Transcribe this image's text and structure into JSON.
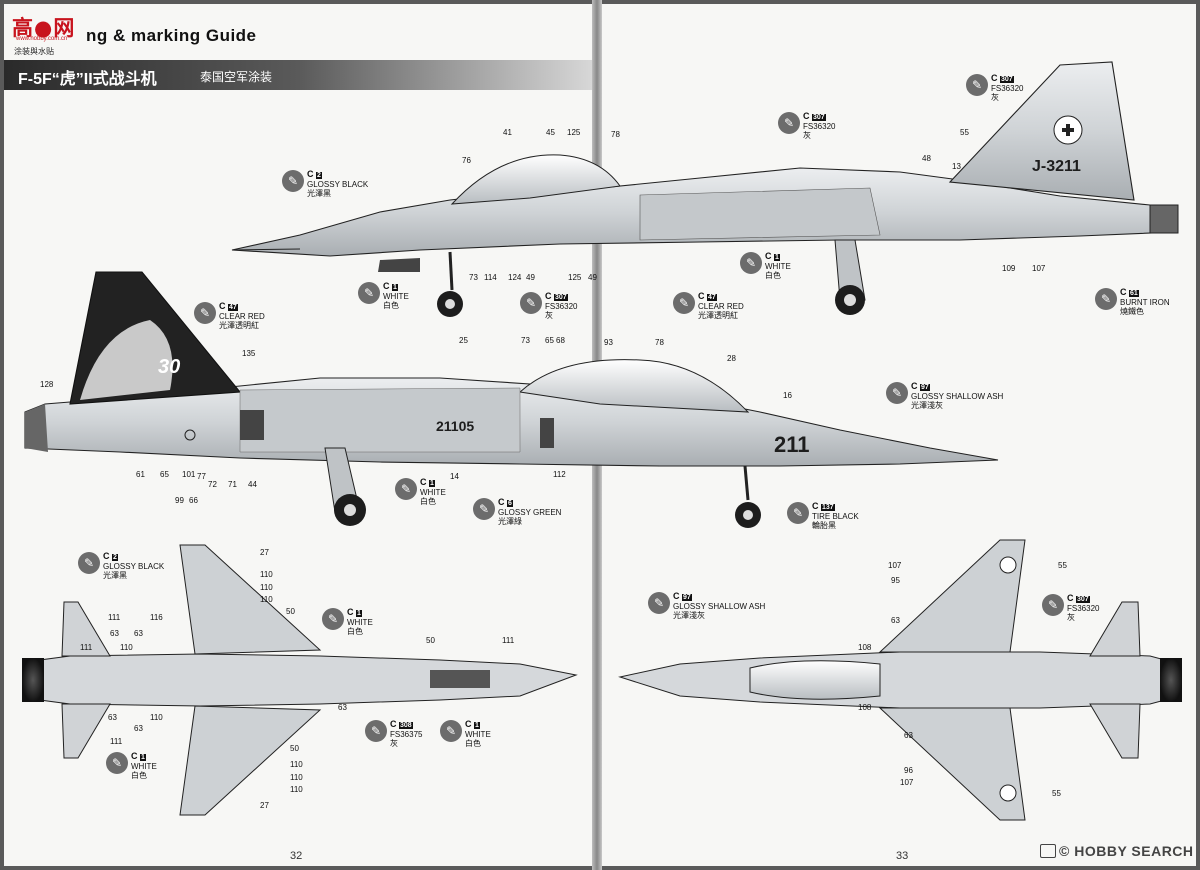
{
  "header": {
    "logo_text": "高●网",
    "logo_url": "www.hobby.com.cn",
    "logo_sub": "涂装與水贴",
    "title": "ng & marking Guide",
    "model": "F-5F“虎”II式战斗机",
    "scheme": "泰国空军涂装"
  },
  "pages": {
    "left": "32",
    "right": "33"
  },
  "colors": {
    "panel": "#d9dcdf",
    "dark": "#1d1d1d",
    "callout": "#6c6c6c",
    "red": "#c8141e"
  },
  "markings": {
    "top_tail_code": "J-3211",
    "bottom_serial": "21105",
    "bottom_nose_number": "211",
    "tail_art": "30"
  },
  "callouts": [
    {
      "id": "glossy-black-top",
      "code": "C2",
      "en": "GLOSSY BLACK",
      "zh": "光澤黑"
    },
    {
      "id": "grey-top",
      "code": "C307",
      "en": "FS36320",
      "zh": "灰"
    },
    {
      "id": "grey-tail-top",
      "code": "C307",
      "en": "FS36320",
      "zh": "灰"
    },
    {
      "id": "white-gear-top",
      "code": "C1",
      "en": "WHITE",
      "zh": "白色"
    },
    {
      "id": "grey-mid-top",
      "code": "C307",
      "en": "FS36320",
      "zh": "灰"
    },
    {
      "id": "clear-red-top",
      "code": "C47",
      "en": "CLEAR RED",
      "zh": "光澤透明紅"
    },
    {
      "id": "white-gear2-top",
      "code": "C1",
      "en": "WHITE",
      "zh": "白色"
    },
    {
      "id": "burnt-iron",
      "code": "C61",
      "en": "BURNT    IRON",
      "zh": "燒鐵色"
    },
    {
      "id": "clear-red-tail",
      "code": "C47",
      "en": "CLEAR RED",
      "zh": "光澤透明紅"
    },
    {
      "id": "shallow-ash",
      "code": "C97",
      "en": "GLOSSY SHALLOW ASH",
      "zh": "光澤淺灰"
    },
    {
      "id": "white-gear-bottom",
      "code": "C1",
      "en": "WHITE",
      "zh": "白色"
    },
    {
      "id": "glossy-green",
      "code": "C6",
      "en": "GLOSSY GREEN",
      "zh": "光澤綠"
    },
    {
      "id": "tire-black",
      "code": "C137",
      "en": "TIRE BLACK",
      "zh": "輪胎黑"
    },
    {
      "id": "glossy-black-plan",
      "code": "C2",
      "en": "GLOSSY BLACK",
      "zh": "光澤黑"
    },
    {
      "id": "white-plan",
      "code": "C1",
      "en": "WHITE",
      "zh": "白色"
    },
    {
      "id": "fs36375",
      "code": "C308",
      "en": "FS36375",
      "zh": "灰"
    },
    {
      "id": "white-plan2",
      "code": "C1",
      "en": "WHITE",
      "zh": "白色"
    },
    {
      "id": "white-plan3",
      "code": "C1",
      "en": "WHITE",
      "zh": "白色"
    },
    {
      "id": "shallow-ash-top",
      "code": "C97",
      "en": "GLOSSY SHALLOW ASH",
      "zh": "光澤淺灰"
    },
    {
      "id": "grey-top-view",
      "code": "C307",
      "en": "FS36320",
      "zh": "灰"
    }
  ],
  "numbers": {
    "top": [
      "41",
      "45",
      "125",
      "78",
      "76",
      "73",
      "114",
      "124",
      "49",
      "125",
      "49",
      "48",
      "55",
      "13",
      "109",
      "107"
    ],
    "bottom": [
      "25",
      "73",
      "65",
      "68",
      "93",
      "78",
      "28",
      "16",
      "135",
      "128",
      "61",
      "65",
      "101",
      "77",
      "72",
      "71",
      "44",
      "99",
      "66",
      "14",
      "112"
    ],
    "plan_left": [
      "27",
      "110",
      "110",
      "110",
      "50",
      "111",
      "116",
      "63",
      "63",
      "110",
      "111",
      "50",
      "111",
      "63",
      "110",
      "63",
      "63",
      "111",
      "50",
      "110",
      "110",
      "110",
      "27"
    ],
    "plan_right": [
      "107",
      "55",
      "95",
      "63",
      "108",
      "108",
      "63",
      "96",
      "107",
      "55"
    ]
  },
  "watermark": "HOBBY SEARCH",
  "watermark_symbol": "©"
}
